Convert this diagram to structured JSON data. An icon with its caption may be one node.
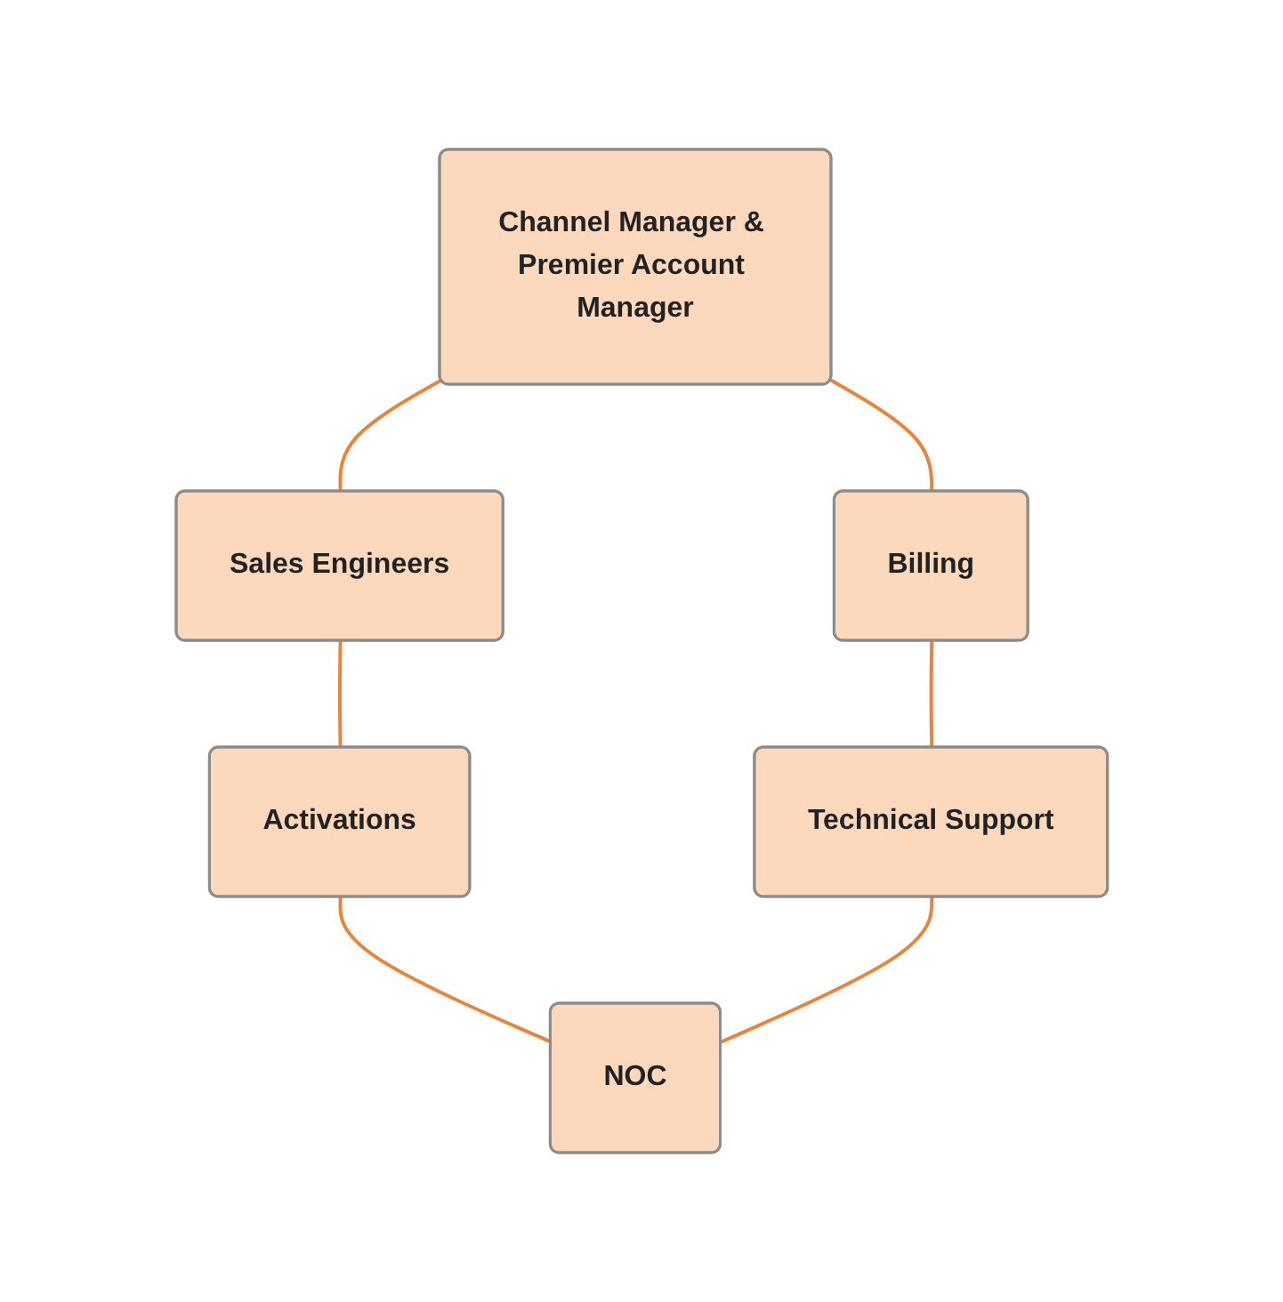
{
  "diagram": {
    "nodes": [
      {
        "text": [
          "Channel Manager & Premier Account Manager"
        ]
      },
      {
        "text": [
          "Sales Engineers"
        ]
      },
      {
        "text": [
          "Activations"
        ]
      },
      {
        "text": [
          "NOC"
        ]
      },
      {
        "text": [
          "Technical Support"
        ]
      },
      {
        "text": [
          "Billing"
        ]
      }
    ],
    "edges": [
      {
        "from": 0,
        "to": 1,
        "arrow": "none"
      },
      {
        "from": 1,
        "to": 2,
        "arrow": "none"
      },
      {
        "from": 2,
        "to": 3,
        "arrow": "none"
      },
      {
        "from": 3,
        "to": 4,
        "arrow": "none"
      },
      {
        "from": 4,
        "to": 5,
        "arrow": "none"
      },
      {
        "from": 5,
        "to": 0,
        "arrow": "none"
      }
    ]
  }
}
